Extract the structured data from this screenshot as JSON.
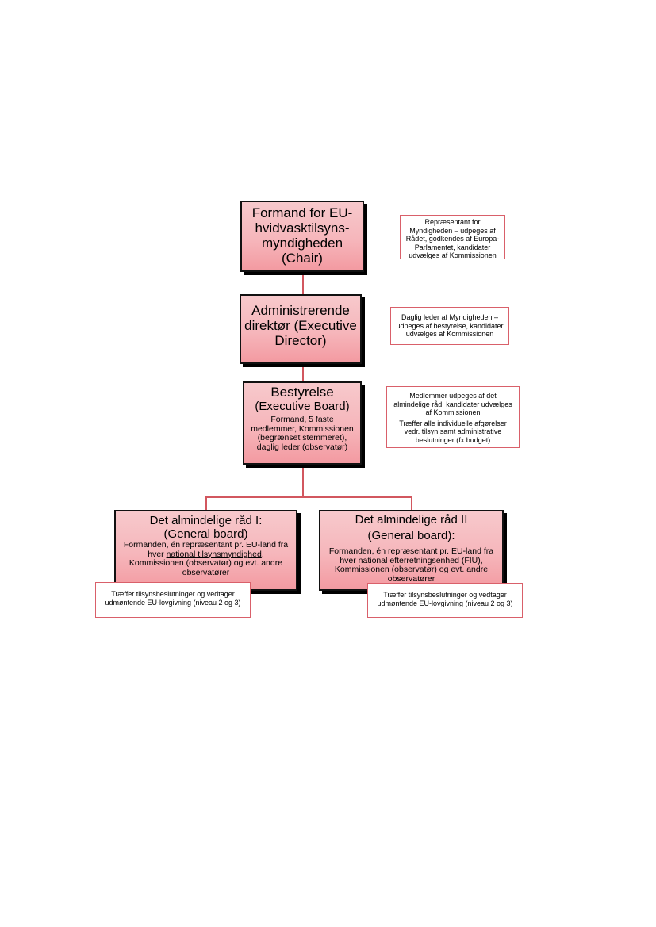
{
  "chair": {
    "title": "Formand for EU-hvidvasktilsyns-myndigheden (Chair)",
    "note": "Repræsentant for Myndigheden – udpeges af Rådet, godkendes af Europa-Parlamentet, kandidater udvælges af Kommissionen"
  },
  "executive_director": {
    "title": "Administrerende direktør (Executive Director)",
    "note": "Daglig leder af Myndigheden – udpeges af bestyrelse, kandidater udvælges af Kommissionen"
  },
  "executive_board": {
    "title_line1": "Bestyrelse",
    "title_line2": "(Executive Board)",
    "description": "Formand, 5 faste medlemmer, Kommissionen (begrænset stemmeret), daglig leder (observatør)",
    "note_line1": "Medlemmer udpeges af det almindelige råd, kandidater udvælges af Kommissionen",
    "note_line2": "Træffer alle individuelle afgørelser vedr. tilsyn samt administrative beslutninger (fx budget)"
  },
  "general_board_1": {
    "title_line1": "Det almindelige råd I:",
    "title_line2": "(General board)",
    "desc_part1": "Formanden, én repræsentant pr. EU-land fra hver ",
    "desc_underlined": "national tilsynsmyndighed",
    "desc_part2": ", Kommissionen (observatør) og evt. andre observatører",
    "note": "Træffer tilsynsbeslutninger og vedtager udmøntende EU-lovgivning (niveau 2 og 3)"
  },
  "general_board_2": {
    "title_line1": "Det almindelige råd II",
    "title_line2": "(General board):",
    "description": "Formanden, én repræsentant pr. EU-land fra hver national efterretningsenhed (FIU), Kommissionen (observatør) og evt. andre observatører",
    "note": "Træffer tilsynsbeslutninger og vedtager udmøntende EU-lovgivning (niveau 2 og 3)"
  },
  "colors": {
    "box_fill_top": "#f7c9cc",
    "box_fill_bottom": "#f39aa1",
    "connector": "#d2575f",
    "note_border": "#d9606a"
  }
}
